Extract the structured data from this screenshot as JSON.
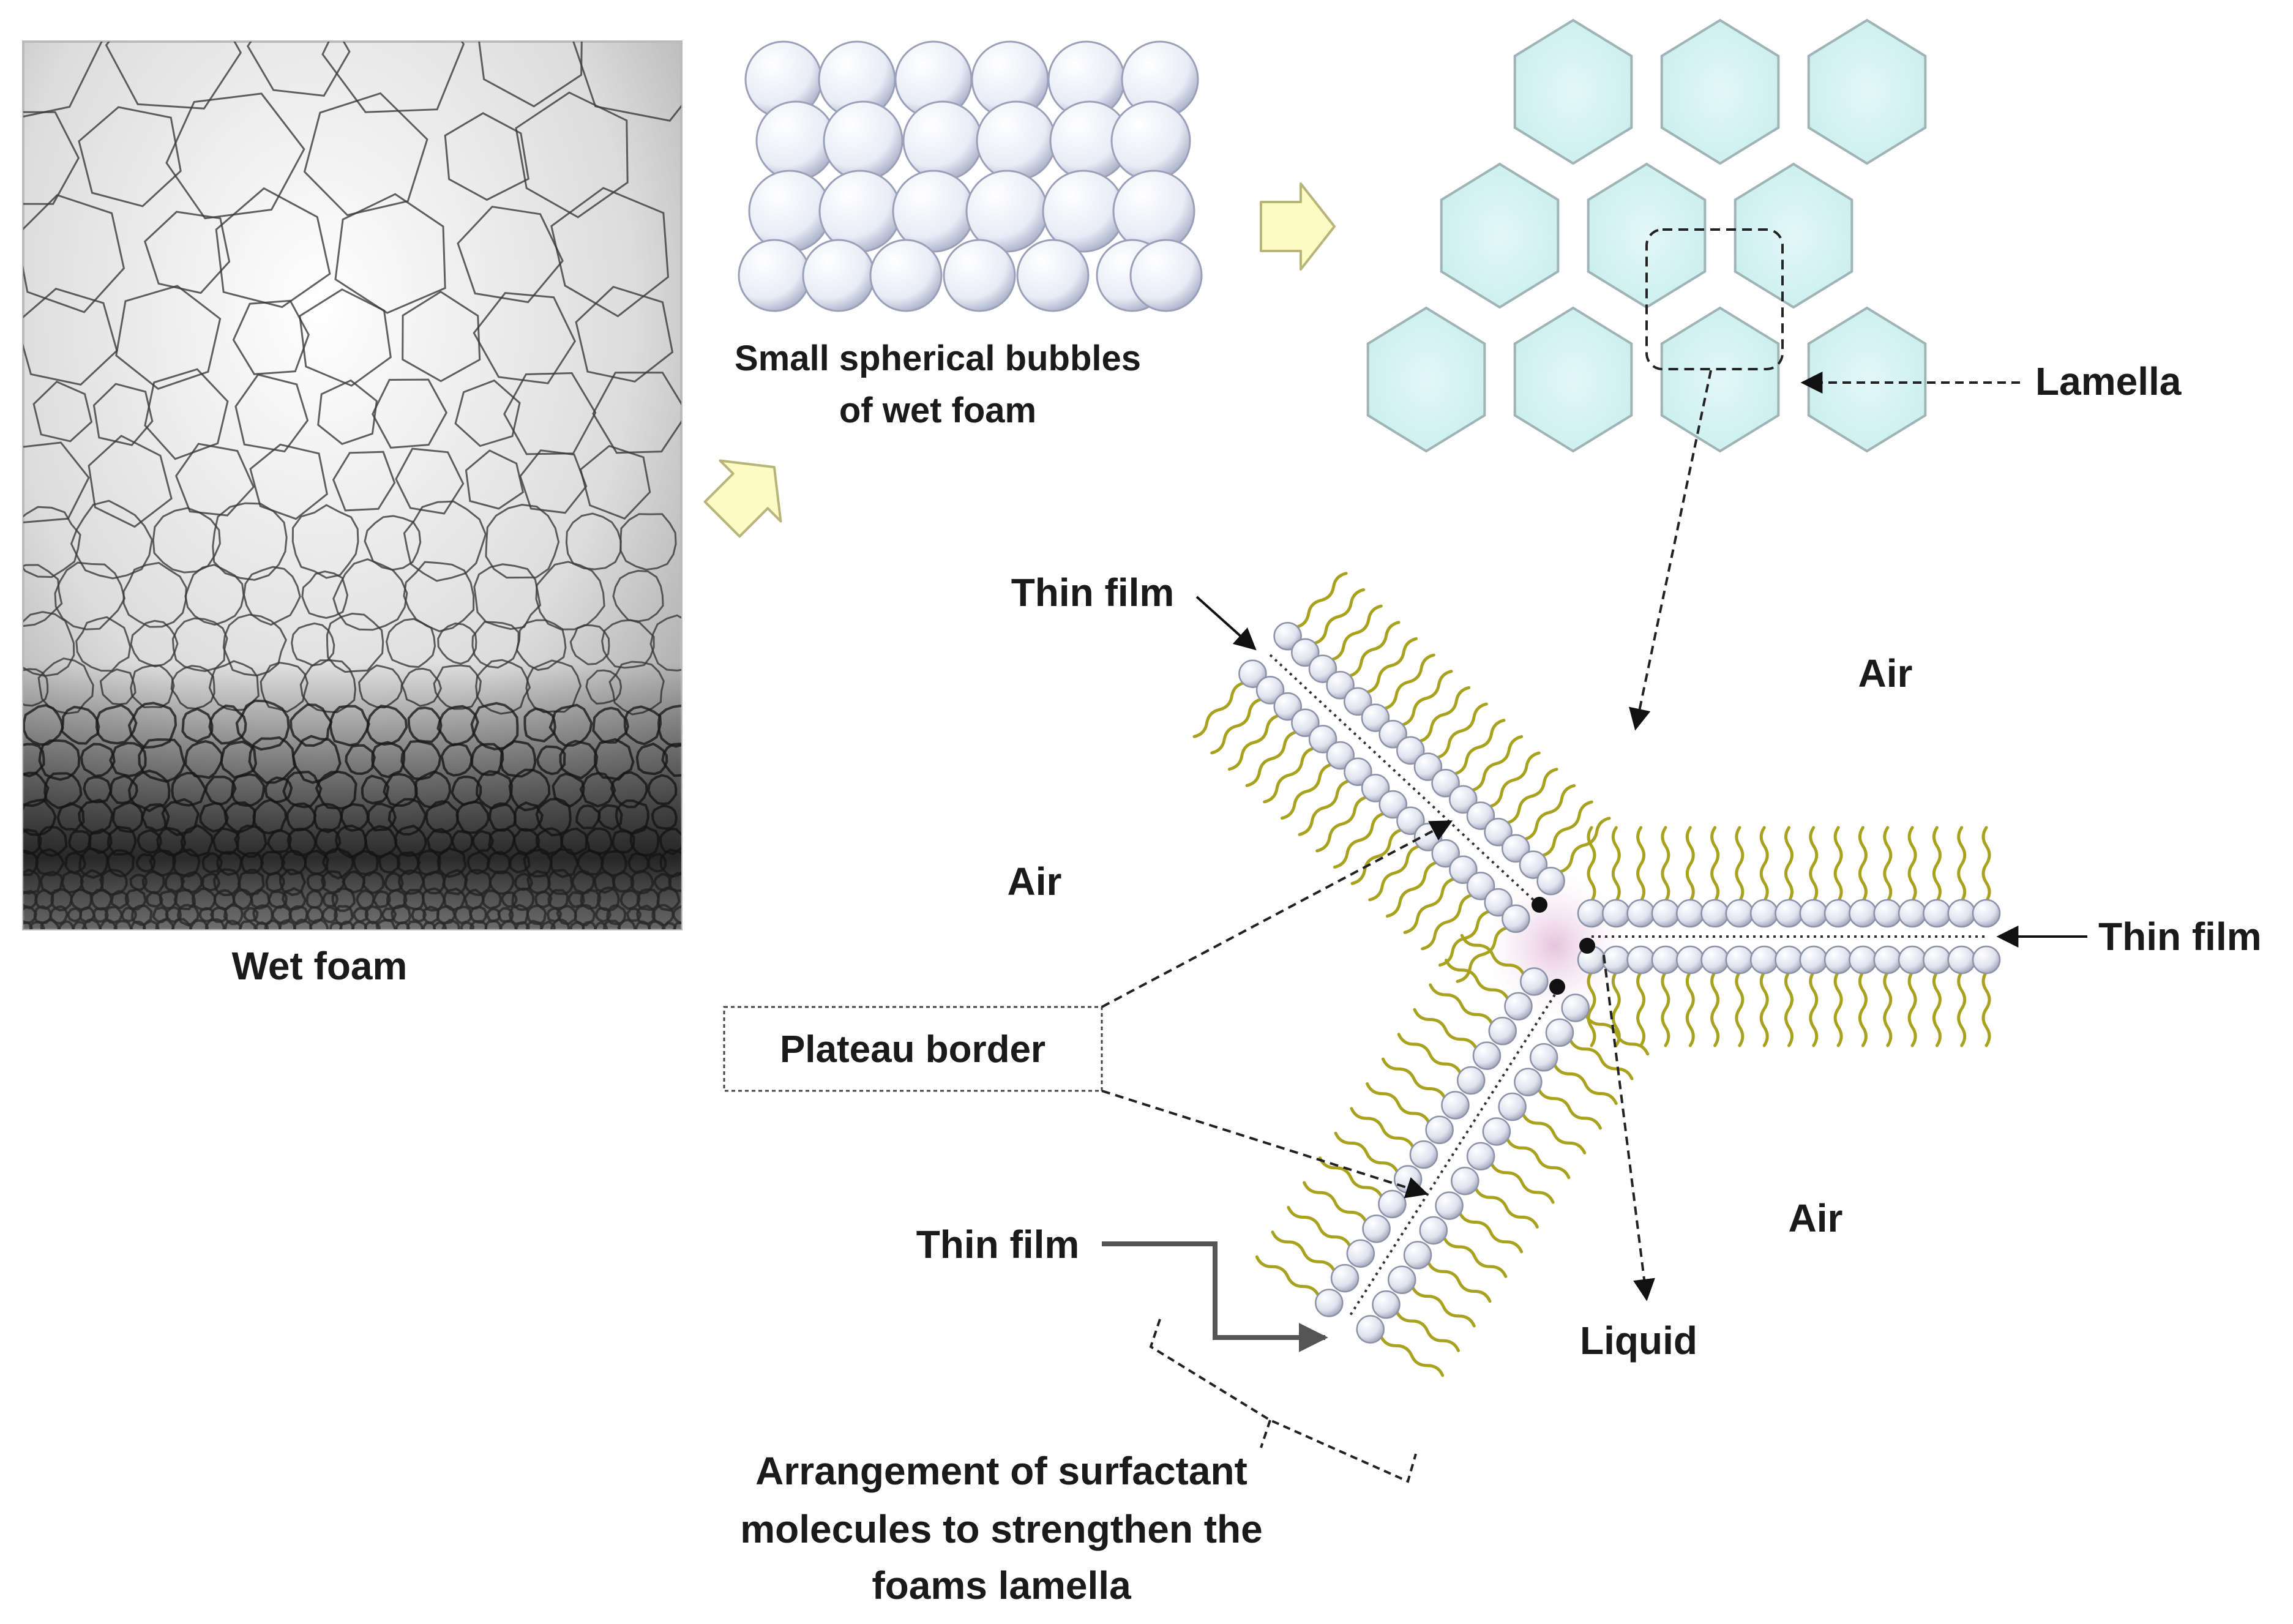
{
  "labels": {
    "wet_foam": "Wet foam",
    "small_bubbles_line1": "Small spherical bubbles",
    "small_bubbles_line2": "of wet foam",
    "lamella": "Lamella",
    "thin_film_top": "Thin film",
    "thin_film_right": "Thin film",
    "thin_film_bottom": "Thin film",
    "air_top": "Air",
    "air_left": "Air",
    "air_bottom": "Air",
    "plateau_border": "Plateau border",
    "liquid": "Liquid",
    "arrangement_line1": "Arrangement of surfactant",
    "arrangement_line2": "molecules to strengthen the",
    "arrangement_line3": "foams lamella"
  },
  "colors": {
    "bubble_fill": "#e8ecf6",
    "bubble_stroke": "#9aa0b8",
    "hexagon_fill": "#d2f1f2",
    "hexagon_stroke": "#9fb4b6",
    "surfactant_tail": "#a9a21f",
    "surfactant_head": "#d6dae8",
    "plateau_fill": "#e9cfe3",
    "arrow_fill": "#fdfbc4",
    "arrow_stroke": "#b9b47a",
    "text": "#1a1a1a"
  }
}
